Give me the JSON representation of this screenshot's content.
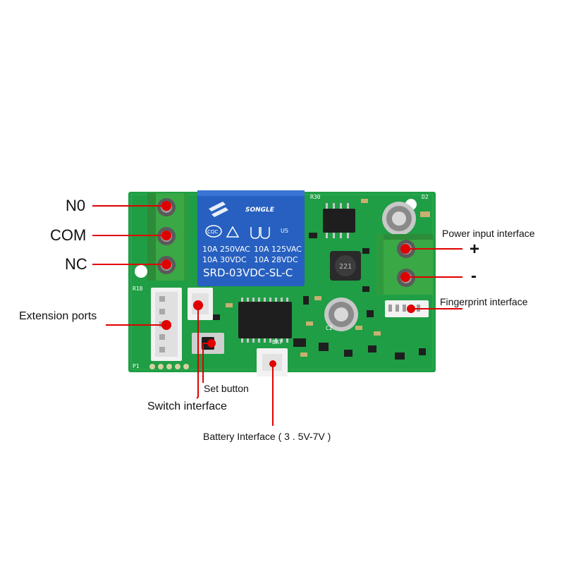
{
  "labels": {
    "no": "N0",
    "com": "COM",
    "nc": "NC",
    "power_input": "Power input interface",
    "plus": "+",
    "minus": "-",
    "fingerprint": "Fingerprint interface",
    "extension": "Extension ports",
    "set_button": "Set button",
    "switch_interface": "Switch interface",
    "battery": "Battery Interface ( 3 . 5V-7V )"
  },
  "relay": {
    "brand": "SONGLE",
    "line1_left": "10A 250VAC",
    "line1_right": "10A 125VAC",
    "line2_left": "10A  30VDC",
    "line2_right": "10A  28VDC",
    "model": "SRD-03VDC-SL-C",
    "cqc": "CQC",
    "ul": "US"
  },
  "inductor_code": "221",
  "colors": {
    "board": "#1f9e45",
    "terminal": "#3aa845",
    "relay": "#2760c0",
    "callout": "#e00000"
  }
}
